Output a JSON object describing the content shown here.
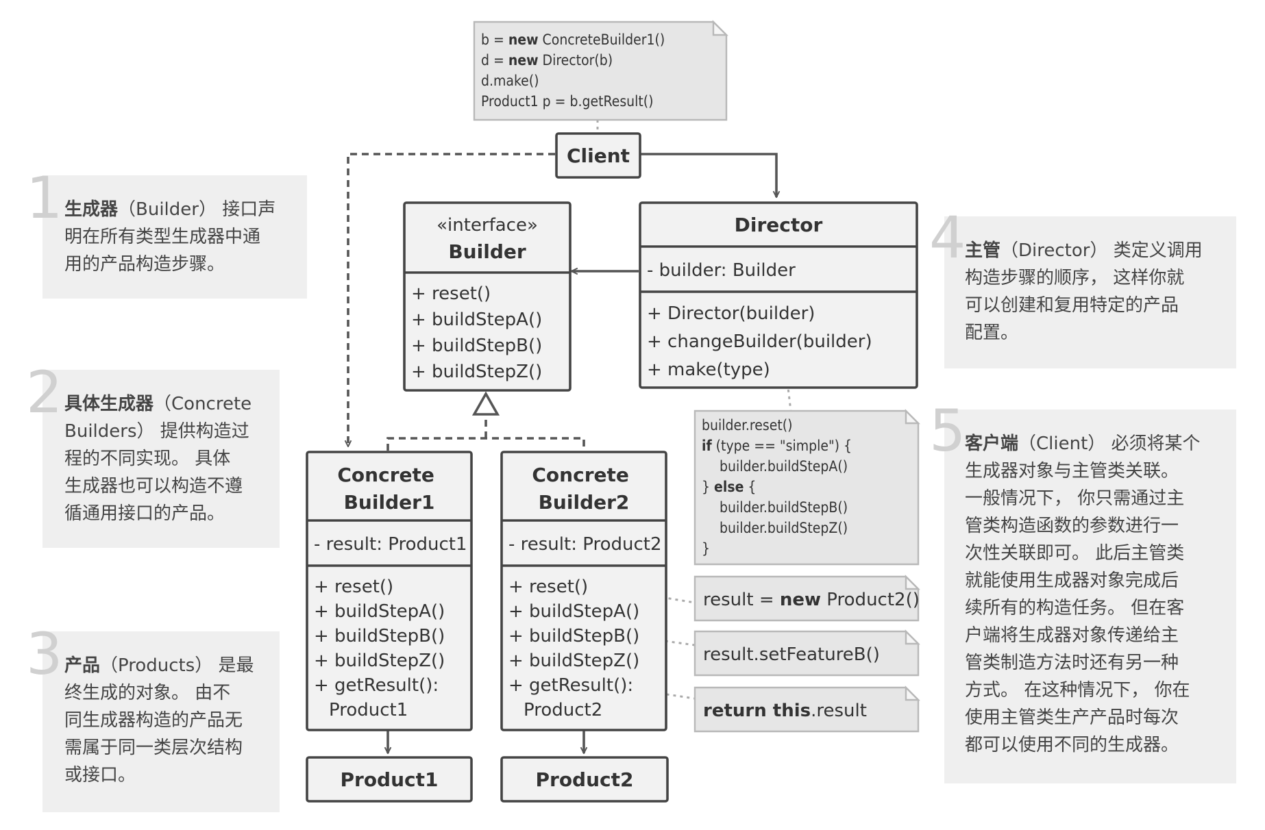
{
  "client_note": {
    "line1_a": "b = ",
    "line1_kw": "new",
    "line1_b": " ConcreteBuilder1()",
    "line2_a": "d = ",
    "line2_kw": "new",
    "line2_b": " Director(b)",
    "line3": "d.make()",
    "line4": "Product1 p = b.getResult()"
  },
  "client": {
    "label": "Client"
  },
  "builder": {
    "stereotype": "«interface»",
    "name": "Builder",
    "methods": [
      "+ reset()",
      "+ buildStepA()",
      "+ buildStepB()",
      "+ buildStepZ()"
    ]
  },
  "director": {
    "name": "Director",
    "field": "- builder: Builder",
    "methods": [
      "+ Director(builder)",
      "+ changeBuilder(builder)",
      "+ make(type)"
    ]
  },
  "director_note": {
    "line1": "builder.reset()",
    "line2_kw": "if",
    "line2_rest": " (type == \"simple\") {",
    "line3": "builder.buildStepA()",
    "line4_a": "} ",
    "line4_kw": "else",
    "line4_b": " {",
    "line5": "builder.buildStepB()",
    "line6": "builder.buildStepZ()",
    "line7": "}"
  },
  "concrete1": {
    "name_line1": "Concrete",
    "name_line2": "Builder1",
    "field": "- result: Product1",
    "methods": [
      "+ reset()",
      "+ buildStepA()",
      "+ buildStepB()",
      "+ buildStepZ()",
      "+ getResult():"
    ],
    "return_type": "Product1"
  },
  "concrete2": {
    "name_line1": "Concrete",
    "name_line2": "Builder2",
    "field": "- result: Product2",
    "methods": [
      "+ reset()",
      "+ buildStepA()",
      "+ buildStepB()",
      "+ buildStepZ()",
      "+ getResult():"
    ],
    "return_type": "Product2"
  },
  "product1": {
    "label": "Product1"
  },
  "product2": {
    "label": "Product2"
  },
  "notes": {
    "reset_a": "result = ",
    "reset_kw": "new",
    "reset_b": " Product2()",
    "featureB": "result.setFeatureB()",
    "return_kw1": "return",
    "return_kw2": " this",
    "return_rest": ".result"
  },
  "explanations": {
    "e1": {
      "num": "1",
      "lines": [
        {
          "b": "生成器",
          "t": "（Builder） 接口声"
        },
        {
          "b": "",
          "t": "明在所有类型生成器中通"
        },
        {
          "b": "",
          "t": "用的产品构造步骤。"
        }
      ]
    },
    "e2": {
      "num": "2",
      "lines": [
        {
          "b": "具体生成器",
          "t": "（Concrete"
        },
        {
          "b": "",
          "t": "Builders） 提供构造过"
        },
        {
          "b": "",
          "t": "程的不同实现。 具体"
        },
        {
          "b": "",
          "t": "生成器也可以构造不遵"
        },
        {
          "b": "",
          "t": "循通用接口的产品。"
        }
      ]
    },
    "e3": {
      "num": "3",
      "lines": [
        {
          "b": "产品",
          "t": "（Products） 是最"
        },
        {
          "b": "",
          "t": "终生成的对象。 由不"
        },
        {
          "b": "",
          "t": "同生成器构造的产品无"
        },
        {
          "b": "",
          "t": "需属于同一类层次结构"
        },
        {
          "b": "",
          "t": "或接口。"
        }
      ]
    },
    "e4": {
      "num": "4",
      "lines": [
        {
          "b": "主管",
          "t": "（Director） 类定义调用"
        },
        {
          "b": "",
          "t": "构造步骤的顺序， 这样你就"
        },
        {
          "b": "",
          "t": "可以创建和复用特定的产品"
        },
        {
          "b": "",
          "t": "配置。"
        }
      ]
    },
    "e5": {
      "num": "5",
      "lines": [
        {
          "b": "客户端",
          "t": "（Client） 必须将某个"
        },
        {
          "b": "",
          "t": "生成器对象与主管类关联。"
        },
        {
          "b": "",
          "t": "一般情况下， 你只需通过主"
        },
        {
          "b": "",
          "t": "管类构造函数的参数进行一"
        },
        {
          "b": "",
          "t": "次性关联即可。 此后主管类"
        },
        {
          "b": "",
          "t": "就能使用生成器对象完成后"
        },
        {
          "b": "",
          "t": "续所有的构造任务。 但在客"
        },
        {
          "b": "",
          "t": "户端将生成器对象传递给主"
        },
        {
          "b": "",
          "t": "管类制造方法时还有另一种"
        },
        {
          "b": "",
          "t": "方式。 在这种情况下， 你在"
        },
        {
          "b": "",
          "t": "使用主管类生产产品时每次"
        },
        {
          "b": "",
          "t": "都可以使用不同的生成器。"
        }
      ]
    }
  }
}
